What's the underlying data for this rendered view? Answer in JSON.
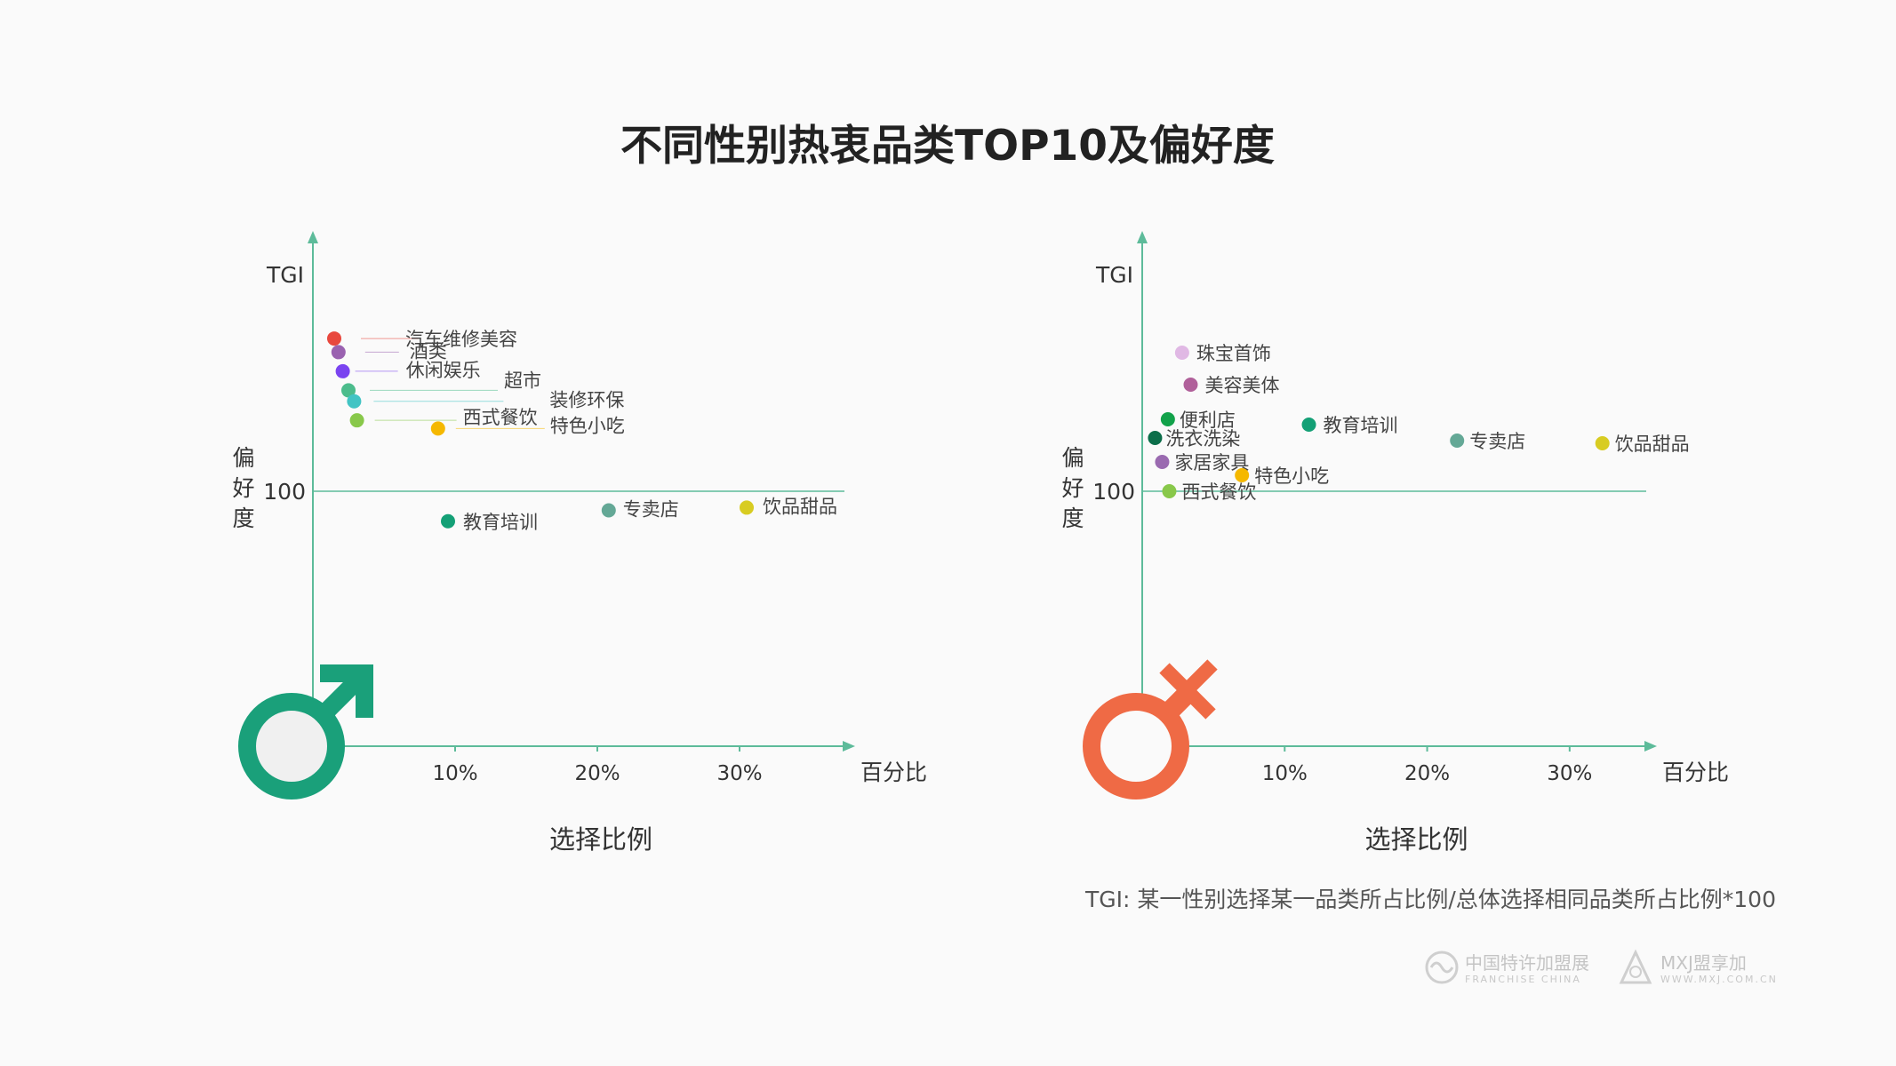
{
  "title": "不同性别热衷品类TOP10及偏好度",
  "footnote": "TGI: 某一性别选择某一品类所占比例/总体选择相同品类所占比例*100",
  "brands": [
    {
      "name": "中国特许加盟展",
      "sub": "FRANCHISE CHINA"
    },
    {
      "name": "MXJ盟享加",
      "sub": "WWW.MXJ.COM.CN"
    }
  ],
  "colors": {
    "axis": "#5dbb9a",
    "male_symbol": "#1aa07a",
    "female_symbol": "#ef6a45"
  },
  "chart_data": [
    {
      "type": "scatter",
      "panel": "male",
      "symbol": "♂",
      "ylabel_top": "TGI",
      "ylabel_side": [
        "偏",
        "好",
        "度"
      ],
      "y_reference": 100,
      "y_reference_label": "100",
      "x_ticks": [
        10,
        20,
        30
      ],
      "x_tick_labels": [
        "10%",
        "20%",
        "30%"
      ],
      "x_axis_end_label": "百分比",
      "xlabel": "选择比例",
      "xlim": [
        0,
        38
      ],
      "points": [
        {
          "label": "汽车维修美容",
          "x": 1.5,
          "y": 156,
          "color": "#e8483e"
        },
        {
          "label": "酒类",
          "x": 1.8,
          "y": 151,
          "color": "#9a62b0"
        },
        {
          "label": "休闲娱乐",
          "x": 2.1,
          "y": 144,
          "color": "#7a44f0"
        },
        {
          "label": "超市",
          "x": 2.5,
          "y": 137,
          "color": "#4cbc8c"
        },
        {
          "label": "装修环保",
          "x": 2.9,
          "y": 133,
          "color": "#42c4c4"
        },
        {
          "label": "西式餐饮",
          "x": 3.1,
          "y": 126,
          "color": "#88c84a"
        },
        {
          "label": "特色小吃",
          "x": 8.8,
          "y": 123,
          "color": "#f5b800"
        },
        {
          "label": "饮品甜品",
          "x": 30.5,
          "y": 94,
          "color": "#d8cc22"
        },
        {
          "label": "专卖店",
          "x": 20.8,
          "y": 93,
          "color": "#64a896"
        },
        {
          "label": "教育培训",
          "x": 9.5,
          "y": 89,
          "color": "#14a076"
        }
      ]
    },
    {
      "type": "scatter",
      "panel": "female",
      "symbol": "♀",
      "ylabel_top": "TGI",
      "ylabel_side": [
        "偏",
        "好",
        "度"
      ],
      "y_reference": 100,
      "y_reference_label": "100",
      "x_ticks": [
        10,
        20,
        30
      ],
      "x_tick_labels": [
        "10%",
        "20%",
        "30%"
      ],
      "x_axis_end_label": "百分比",
      "xlabel": "选择比例",
      "xlim": [
        0,
        36
      ],
      "points": [
        {
          "label": "珠宝首饰",
          "x": 2.8,
          "y": 152,
          "color": "#e0b8e4"
        },
        {
          "label": "美容美体",
          "x": 3.4,
          "y": 140,
          "color": "#b0609a"
        },
        {
          "label": "便利店",
          "x": 1.8,
          "y": 127,
          "color": "#12a24a"
        },
        {
          "label": "教育培训",
          "x": 11.7,
          "y": 125,
          "color": "#14a076"
        },
        {
          "label": "洗衣洗染",
          "x": 0.9,
          "y": 120,
          "color": "#0c6e4a"
        },
        {
          "label": "专卖店",
          "x": 22.1,
          "y": 119,
          "color": "#64a896"
        },
        {
          "label": "饮品甜品",
          "x": 32.3,
          "y": 118,
          "color": "#d8cc22"
        },
        {
          "label": "家居家具",
          "x": 1.4,
          "y": 111,
          "color": "#9a6ab0"
        },
        {
          "label": "特色小吃",
          "x": 7.0,
          "y": 106,
          "color": "#f5b800"
        },
        {
          "label": "西式餐饮",
          "x": 1.9,
          "y": 100,
          "color": "#88c84a"
        }
      ]
    }
  ]
}
